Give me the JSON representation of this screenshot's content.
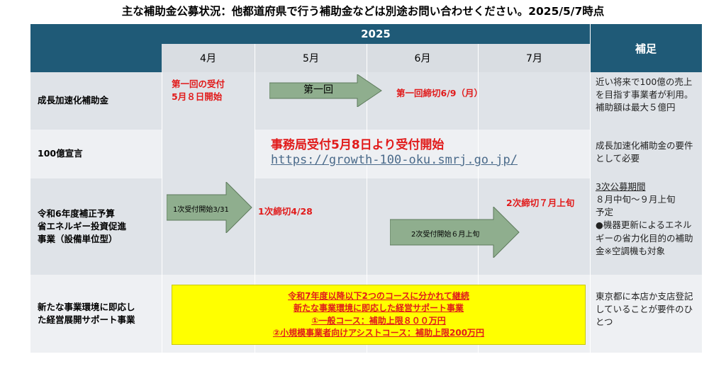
{
  "title": "主な補助金公募状況：他都道府県で行う補助金などは別途お問い合わせください。2025/5/7時点",
  "header": {
    "year": "2025",
    "supplement": "補足",
    "months": [
      "4月",
      "5月",
      "6月",
      "7月"
    ]
  },
  "rows": {
    "r1": {
      "label": "成長加速化補助金",
      "start_line1": "第一回の受付",
      "start_line2": "5月８日開始",
      "arrow_label": "第一回",
      "deadline": "第一回締切6/9（月）",
      "note": "近い将来で100億の売上を目指す事業者が利用。補助額は最大５億円"
    },
    "r2": {
      "label": "100億宣言",
      "announce": "事務局受付5月8日より受付開始",
      "url": "https://growth-100-oku.smrj.go.jp/",
      "note": "成長加速化補助金の要件として必要"
    },
    "r3": {
      "label_line1": "令和6年度補正予算",
      "label_line2": "省エネルギー投資促進",
      "label_line3": "事業（設備単位型）",
      "arrow1_label": "1次受付開始3/31",
      "deadline1": "1次締切4/28",
      "deadline2": "2次締切７月上旬",
      "arrow2_label": "2次受付開始６月上旬",
      "note_head": "3次公募期間",
      "note_line1": "８月中旬～９月上旬",
      "note_line2": "予定",
      "note_line3": "●機器更新によるエネルギーの省力化目的の補助金※空調機も対象"
    },
    "r4": {
      "label_line1": "新たな事業環境に即応し",
      "label_line2": "た経営展開サポート事業",
      "box_line1": "令和7年度以降以下2つのコースに分かれて継続",
      "box_line2": "新たな事業環境に即応した経営サポート事業",
      "box_line3": "①一般コース：補助上限８００万円",
      "box_line4": "②小規模事業者向けアシストコース：補助上限200万円",
      "note": "東京都に本店か支店登記していることが要件のひとつ"
    }
  },
  "colors": {
    "header_dark": "#1f5a77",
    "accent_red": "#e11b1b",
    "arrow_green": "#8fae8e",
    "highlight_yellow": "#ffff00"
  }
}
